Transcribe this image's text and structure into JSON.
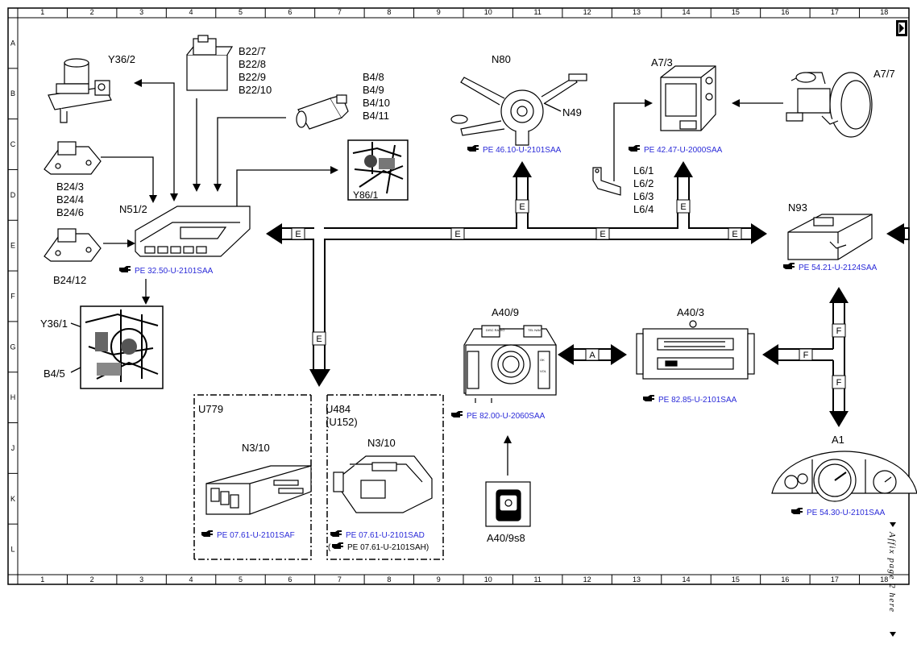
{
  "grid": {
    "columns": [
      "1",
      "2",
      "3",
      "4",
      "5",
      "6",
      "7",
      "8",
      "9",
      "10",
      "11",
      "12",
      "13",
      "14",
      "15",
      "16",
      "17",
      "18"
    ],
    "rows": [
      "A",
      "B",
      "C",
      "D",
      "E",
      "F",
      "G",
      "H",
      "J",
      "K",
      "L"
    ]
  },
  "bus_letters": {
    "e": "E",
    "a": "A",
    "f": "F"
  },
  "components": {
    "y36_2": "Y36/2",
    "b22": [
      "B22/7",
      "B22/8",
      "B22/9",
      "B22/10"
    ],
    "b4": [
      "B4/8",
      "B4/9",
      "B4/10",
      "B4/11"
    ],
    "y86_1": "Y86/1",
    "b24": [
      "B24/3",
      "B24/4",
      "B24/6"
    ],
    "b24_12": "B24/12",
    "n51_2": "N51/2",
    "y36_1": "Y36/1",
    "b4_5": "B4/5",
    "n80": "N80",
    "n49": "N49",
    "a7_3": "A7/3",
    "a7_7": "A7/7",
    "l6": [
      "L6/1",
      "L6/2",
      "L6/3",
      "L6/4"
    ],
    "n93": "N93",
    "a40_9": "A40/9",
    "a40_3": "A40/3",
    "a1": "A1",
    "u779": "U779",
    "u484": "U484",
    "u152": "(U152)",
    "n3_10_left": "N3/10",
    "n3_10_right": "N3/10",
    "a40_9s8": "A40/9s8"
  },
  "panel_texts": {
    "a40_9_left": "DISC RADIO",
    "a40_9_right": "TEL NAVI",
    "a40_9_ok": "OK",
    "a40_9_vol": "VOL"
  },
  "refs": {
    "n51_2": "PE 32.50-U-2101SAA",
    "n80": "PE 46.10-U-2101SAA",
    "a7_3": "PE 42.47-U-2000SAA",
    "n93": "PE 54.21-U-2124SAA",
    "a40_9": "PE 82.00-U-2060SAA",
    "a40_3": "PE 82.85-U-2101SAA",
    "a1": "PE 54.30-U-2101SAA",
    "u779": "PE 07.61-U-2101SAF",
    "u484": "PE 07.61-U-2101SAD",
    "u152": "PE 07.61-U-2101SAH)",
    "u152_open": "("
  },
  "affix_note": "Affix page 2 here",
  "colors": {
    "link": "#2a2ad8",
    "ink": "#000000"
  },
  "icons": [
    "hand-pointer-icon",
    "arrow-left-icon",
    "arrow-right-icon",
    "arrow-up-icon",
    "arrow-down-icon"
  ]
}
